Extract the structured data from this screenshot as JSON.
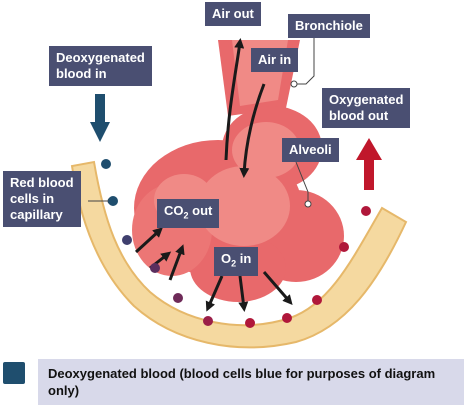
{
  "labels": {
    "air_out": "Air out",
    "bronchiole": "Bronchiole",
    "air_in": "Air in",
    "deoxy_in_line1": "Deoxygenated",
    "deoxy_in_line2": "blood in",
    "oxy_out_line1": "Oxygenated",
    "oxy_out_line2": "blood out",
    "alveoli": "Alveoli",
    "rbc_line1": "Red blood",
    "rbc_line2": "cells in",
    "rbc_line3": "capillary",
    "co2_main": "CO",
    "co2_sub": "2",
    "co2_tail": " out",
    "o2_main": "O",
    "o2_sub": "2",
    "o2_tail": " in"
  },
  "legend": {
    "text": "Deoxygenated blood (blood cells blue for purposes of diagram only)"
  },
  "colors": {
    "label_bg": "#4a4f72",
    "capillary": "#f5d9a0",
    "capillary_edge": "#e6b86a",
    "alveolus": "#e8696b",
    "alveolus_light": "#f08a86",
    "blood_in_arrow": "#1f4e6e",
    "blood_out_arrow": "#c0172b",
    "cell_blue": "#1f4e6e",
    "cell_red": "#b0173a",
    "legend_bg": "#d8d9ea"
  }
}
